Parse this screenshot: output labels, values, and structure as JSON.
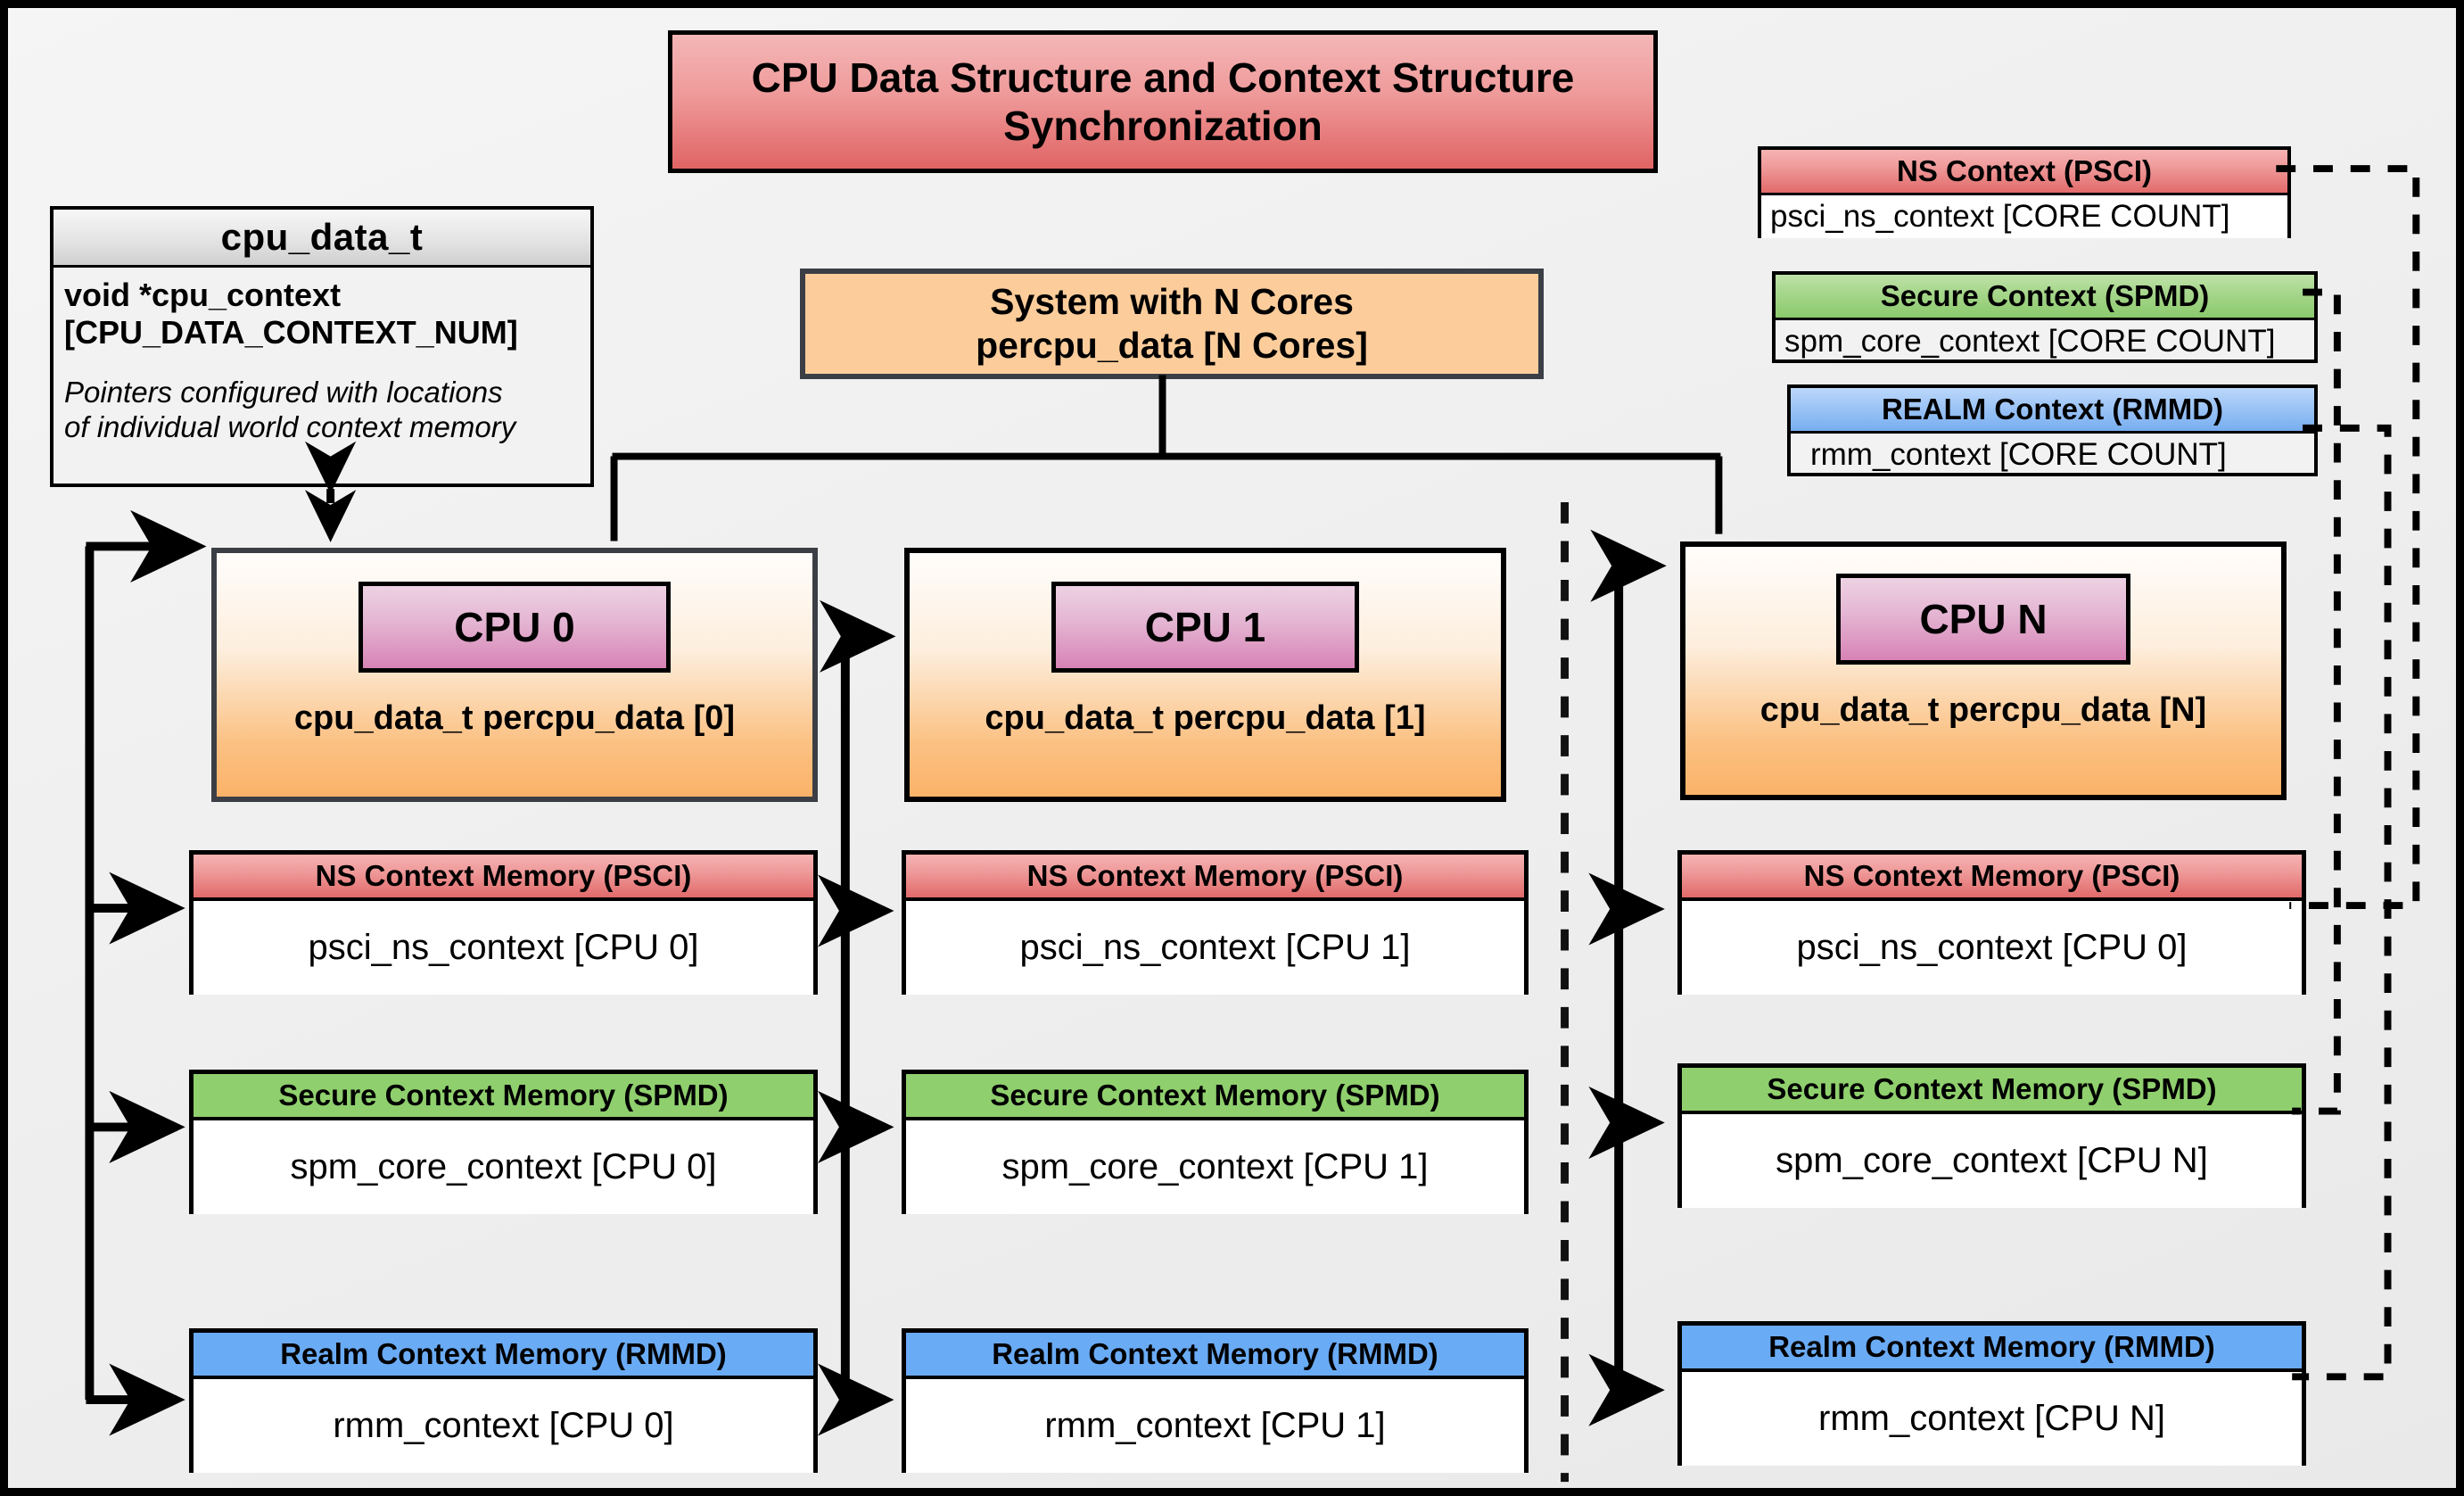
{
  "title": {
    "line1": "CPU Data Structure and Context Structure",
    "line2": "Synchronization"
  },
  "struct_card": {
    "header": "cpu_data_t",
    "field_line1": "void  *cpu_context",
    "field_line2": "[CPU_DATA_CONTEXT_NUM]",
    "note_line1": "Pointers configured with locations",
    "note_line2": "of individual world context memory"
  },
  "system_box": {
    "line1": "System with N Cores",
    "line2": "percpu_data [N Cores]"
  },
  "legend": [
    {
      "header": "NS Context  (PSCI)",
      "body": "psci_ns_context [CORE COUNT]",
      "color": "#ef8080",
      "kind": "ns"
    },
    {
      "header": "Secure Context (SPMD)",
      "body": "spm_core_context [CORE COUNT]",
      "color": "#8fcf6d",
      "kind": "sec"
    },
    {
      "header": "REALM Context (RMMD)",
      "body": "rmm_context [CORE COUNT]",
      "color": "#6aabf5",
      "kind": "realm"
    }
  ],
  "columns": [
    {
      "chip_label": "CPU 0",
      "caption": "cpu_data_t percpu_data [0]",
      "memories": [
        {
          "header": "NS Context Memory (PSCI)",
          "body": "psci_ns_context [CPU 0]",
          "kind": "ns"
        },
        {
          "header": "Secure Context Memory (SPMD)",
          "body": "spm_core_context [CPU 0]",
          "kind": "sec"
        },
        {
          "header": "Realm Context Memory (RMMD)",
          "body": "rmm_context [CPU 0]",
          "kind": "realm"
        }
      ]
    },
    {
      "chip_label": "CPU 1",
      "caption": "cpu_data_t percpu_data [1]",
      "memories": [
        {
          "header": "NS Context Memory (PSCI)",
          "body": "psci_ns_context [CPU 1]",
          "kind": "ns"
        },
        {
          "header": "Secure Context Memory (SPMD)",
          "body": "spm_core_context [CPU 1]",
          "kind": "sec"
        },
        {
          "header": "Realm Context Memory (RMMD)",
          "body": "rmm_context [CPU 1]",
          "kind": "realm"
        }
      ]
    },
    {
      "chip_label": "CPU N",
      "caption": "cpu_data_t percpu_data [N]",
      "memories": [
        {
          "header": "NS Context Memory (PSCI)",
          "body": "psci_ns_context [CPU 0]",
          "kind": "ns"
        },
        {
          "header": "Secure Context Memory (SPMD)",
          "body": "spm_core_context [CPU N]",
          "kind": "sec"
        },
        {
          "header": "Realm Context Memory (RMMD)",
          "body": "rmm_context [CPU N]",
          "kind": "realm"
        }
      ]
    }
  ],
  "colors": {
    "ns": "#ef8080",
    "secure": "#8fcf6d",
    "realm": "#6aabf5",
    "cpu_chip": "#d783b5",
    "cpu_card": "#fbb268",
    "title": "#e06464",
    "system": "#fccd9b",
    "background": "#efefef",
    "stroke": "#000000"
  }
}
